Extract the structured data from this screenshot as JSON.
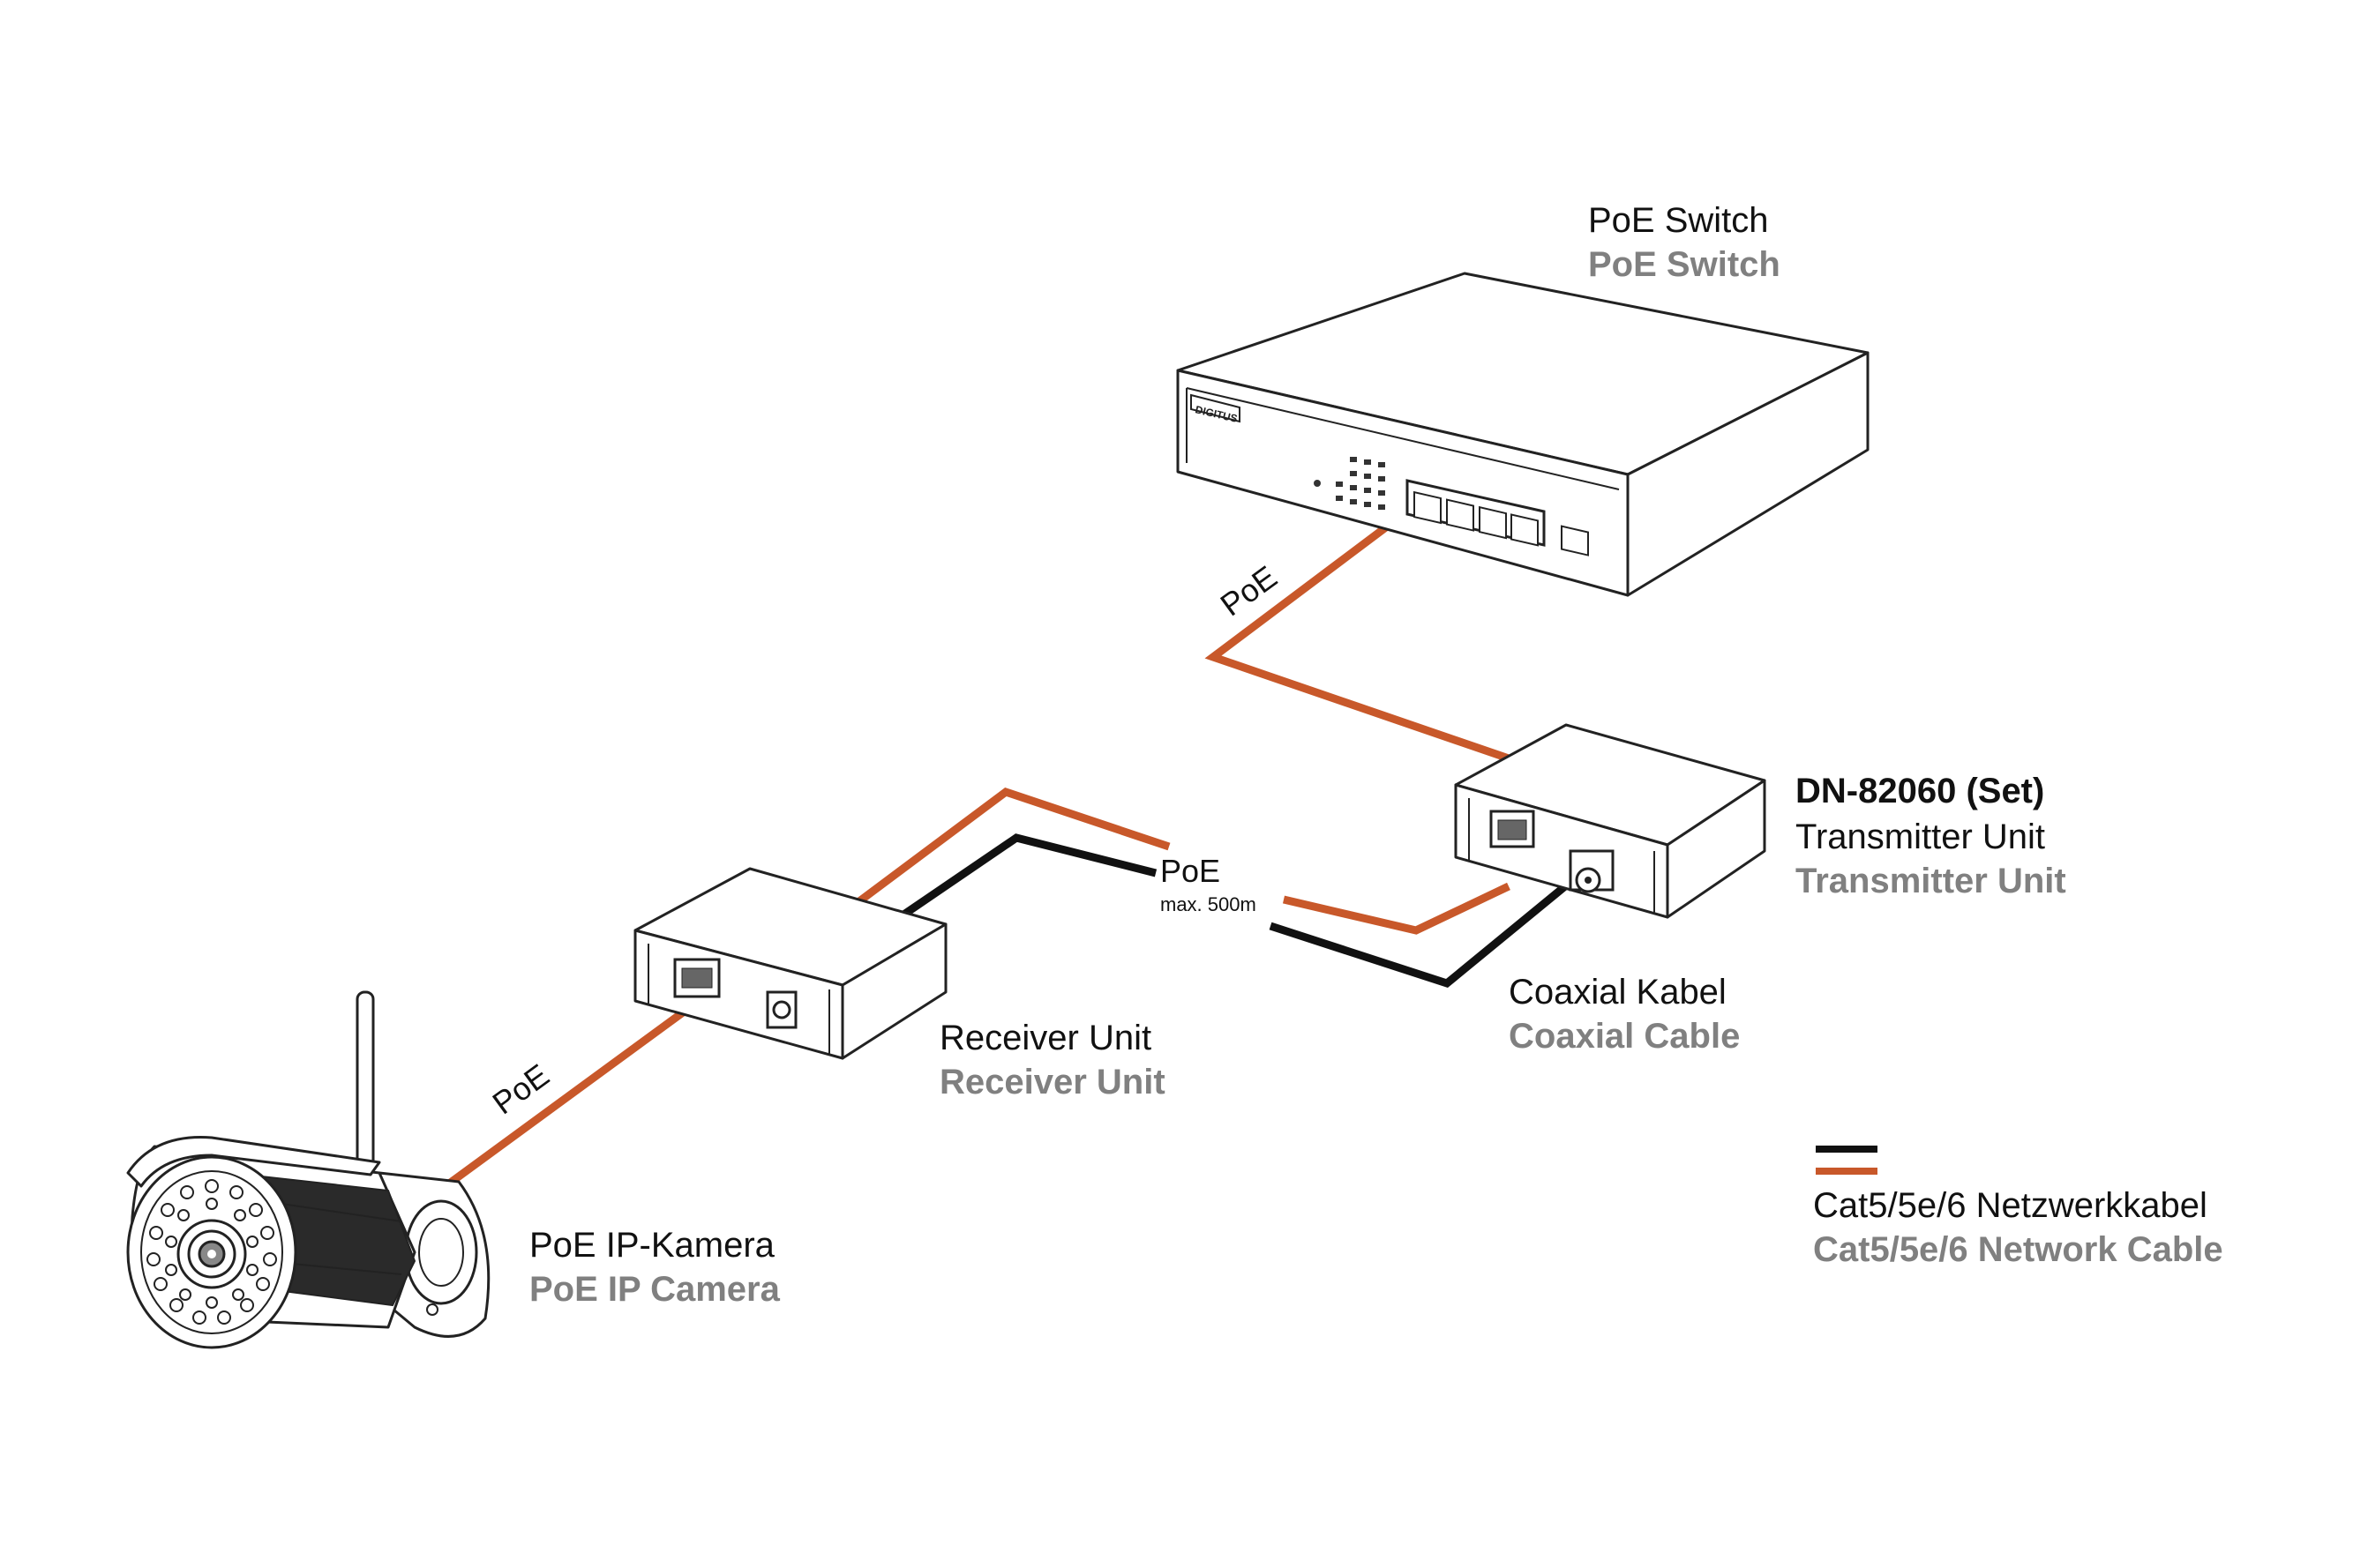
{
  "colors": {
    "network_cable": "#c8582a",
    "coaxial_cable": "#111111",
    "english_label": "#808080"
  },
  "switch": {
    "label_de": "PoE Switch",
    "label_en": "PoE Switch",
    "brand": "DIGITUS"
  },
  "transmitter": {
    "model": "DN-82060 (Set)",
    "label_de": "Transmitter Unit",
    "label_en": "Transmitter Unit"
  },
  "receiver": {
    "label_de": "Receiver Unit",
    "label_en": "Receiver Unit"
  },
  "camera": {
    "label_de": "PoE IP-Kamera",
    "label_en": "PoE IP Camera"
  },
  "coax": {
    "label_de": "Coaxial Kabel",
    "label_en": "Coaxial Cable"
  },
  "links": {
    "switch_poe": "PoE",
    "coax_poe": "PoE",
    "coax_distance": "max. 500m",
    "camera_poe": "PoE"
  },
  "legend": {
    "label_de": "Cat5/5e/6 Netzwerkkabel",
    "label_en": "Cat5/5e/6 Network Cable"
  }
}
